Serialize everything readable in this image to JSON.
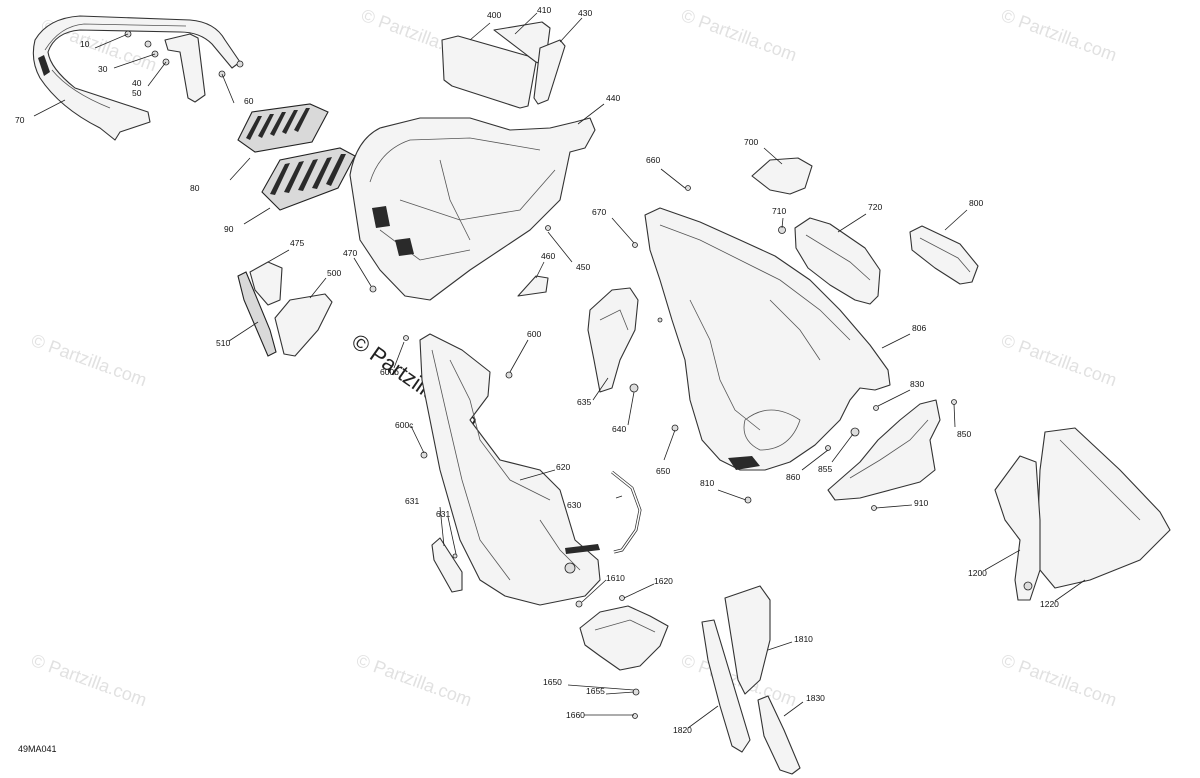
{
  "figure_code": "49MA041",
  "watermark": {
    "text": "© Partzilla.com",
    "center_text": "© Partzilla.com"
  },
  "callouts": [
    "10",
    "30",
    "40",
    "50",
    "60",
    "70",
    "80",
    "90",
    "400",
    "410",
    "430",
    "440",
    "450",
    "460",
    "470",
    "475",
    "500",
    "510",
    "600",
    "600b",
    "600c",
    "620",
    "630",
    "631",
    "631",
    "635",
    "640",
    "650",
    "660",
    "670",
    "700",
    "710",
    "720",
    "800",
    "806",
    "810",
    "830",
    "850",
    "855",
    "860",
    "910",
    "1200",
    "1220",
    "1610",
    "1620",
    "1650",
    "1655",
    "1660",
    "1810",
    "1820",
    "1830"
  ],
  "colors": {
    "line": "#333333",
    "fill": "#f4f4f4",
    "watermark": "#c9c9c9"
  }
}
